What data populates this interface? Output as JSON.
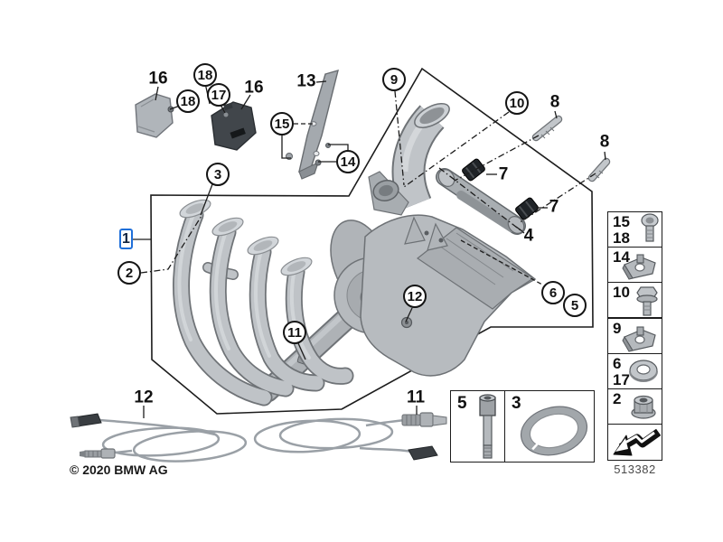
{
  "copyright": "© 2020 BMW AG",
  "sheet_number": "513382",
  "selected_callout": {
    "label": "1"
  },
  "callouts": {
    "c2": {
      "label": "2"
    },
    "c3": {
      "label": "3"
    },
    "c5": {
      "label": "5"
    },
    "c6": {
      "label": "6"
    },
    "c9": {
      "label": "9"
    },
    "c10": {
      "label": "10"
    },
    "c11": {
      "label": "11"
    },
    "c12": {
      "label": "12"
    },
    "c14": {
      "label": "14"
    },
    "c15": {
      "label": "15"
    },
    "c17": {
      "label": "17"
    },
    "c18a": {
      "label": "18"
    },
    "c18b": {
      "label": "18"
    }
  },
  "part_labels": {
    "l16a": {
      "label": "16"
    },
    "l16b": {
      "label": "16"
    },
    "l13": {
      "label": "13"
    },
    "l8a": {
      "label": "8"
    },
    "l8b": {
      "label": "8"
    },
    "l7a": {
      "label": "7"
    },
    "l7b": {
      "label": "7"
    },
    "l4": {
      "label": "4"
    },
    "l12": {
      "label": "12"
    },
    "l11": {
      "label": "11"
    }
  },
  "legend": {
    "rows": [
      {
        "labels": [
          "15",
          "18"
        ],
        "icon": "socket-screw-icon"
      },
      {
        "labels": [
          "14"
        ],
        "icon": "clip-nut-icon"
      },
      {
        "labels": [
          "10"
        ],
        "icon": "flange-bolt-icon"
      },
      {
        "labels": [
          "9"
        ],
        "icon": "clip-nut-icon"
      },
      {
        "labels": [
          "6",
          "17"
        ],
        "icon": "washer-icon"
      },
      {
        "labels": [
          "2"
        ],
        "icon": "flange-nut-icon"
      },
      {
        "labels": [],
        "icon": "direction-arrow-icon"
      }
    ]
  },
  "inset_boxes": [
    {
      "label": "5",
      "icon": "cap-bolt-icon"
    },
    {
      "label": "3",
      "icon": "gasket-ring-icon"
    }
  ],
  "colors": {
    "highlight_blue": "#1f6fd9",
    "line_black": "#1c1c1c"
  }
}
